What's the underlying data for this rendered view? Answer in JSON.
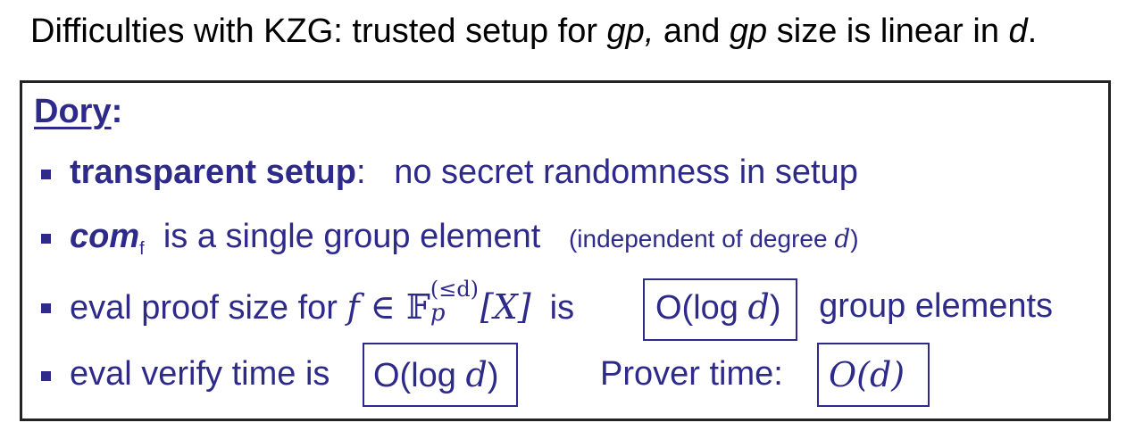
{
  "title": {
    "prefix": "Difficulties with KZG:   trusted setup for ",
    "gp1": "gp,",
    "mid": " and ",
    "gp2": "gp",
    "suffix": " size is linear in ",
    "d": "d",
    "end": "."
  },
  "dory": {
    "heading": "Dory",
    "colon": ":",
    "bullets": [
      {
        "bold": "transparent setup",
        "sep": ":",
        "text": "   no secret randomness in setup"
      },
      {
        "com": "com",
        "com_sub": "f",
        "text": "  is a single group element   ",
        "paren_open": "(independent of degree ",
        "paren_d": "d",
        "paren_close": ")"
      },
      {
        "text1": "eval proof size for ",
        "f": "f",
        "in": " ∈ ",
        "field": "𝔽",
        "field_sub": "p",
        "field_sup": "(≤d)",
        "x": "[X]",
        "is": "  is ",
        "bound_a": "O(log ",
        "bound_d": "d",
        "bound_b": ")",
        "tail": "  group elements"
      },
      {
        "text1": "eval verify time is ",
        "bound_a": "O(log ",
        "bound_d": "d",
        "bound_b": ")",
        "prover_label": "Prover time:",
        "prover": "O(d)"
      }
    ]
  },
  "colors": {
    "accent": "#2e2a8a",
    "text": "#000000",
    "border": "#222222"
  }
}
